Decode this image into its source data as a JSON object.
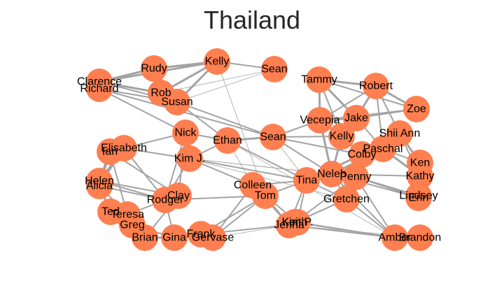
{
  "title": "Thailand",
  "colors": {
    "node": "#ff7f50",
    "edge": "#a3a3a3",
    "text": "#000000"
  },
  "nodes": [
    {
      "id": "clarence",
      "label": "Clarence"
    },
    {
      "id": "richard",
      "label": "Richard"
    },
    {
      "id": "rudy",
      "label": "Rudy"
    },
    {
      "id": "kelly1",
      "label": "Kelly"
    },
    {
      "id": "sean1",
      "label": "Sean"
    },
    {
      "id": "rob",
      "label": "Rob"
    },
    {
      "id": "susan",
      "label": "Susan"
    },
    {
      "id": "tammy",
      "label": "Tammy"
    },
    {
      "id": "robert",
      "label": "Robert"
    },
    {
      "id": "zoe",
      "label": "Zoe"
    },
    {
      "id": "jake",
      "label": "Jake"
    },
    {
      "id": "vecepia",
      "label": "Vecepia"
    },
    {
      "id": "shiiann",
      "label": "Shii Ann"
    },
    {
      "id": "kelly2",
      "label": "Kelly"
    },
    {
      "id": "paschal",
      "label": "Paschal"
    },
    {
      "id": "colby",
      "label": "Colby"
    },
    {
      "id": "ken",
      "label": "Ken"
    },
    {
      "id": "kathy",
      "label": "Kathy"
    },
    {
      "id": "nick",
      "label": "Nick"
    },
    {
      "id": "ethan",
      "label": "Ethan"
    },
    {
      "id": "sean2",
      "label": "Sean"
    },
    {
      "id": "elisabeth",
      "label": "Elisabeth"
    },
    {
      "id": "ian",
      "label": "Ian"
    },
    {
      "id": "kimj",
      "label": "Kim J."
    },
    {
      "id": "helen",
      "label": "Helen"
    },
    {
      "id": "alicia",
      "label": "Alicia"
    },
    {
      "id": "neleh",
      "label": "Neleh"
    },
    {
      "id": "tina",
      "label": "Tina"
    },
    {
      "id": "penny",
      "label": "Penny"
    },
    {
      "id": "colleen",
      "label": "Colleen"
    },
    {
      "id": "tom",
      "label": "Tom"
    },
    {
      "id": "lindsey",
      "label": "Lindsey"
    },
    {
      "id": "erin",
      "label": "Erin"
    },
    {
      "id": "clay",
      "label": "Clay"
    },
    {
      "id": "rodger",
      "label": "Rodger"
    },
    {
      "id": "gretchen",
      "label": "Gretchen"
    },
    {
      "id": "ted",
      "label": "Ted"
    },
    {
      "id": "teresa",
      "label": "Teresa"
    },
    {
      "id": "greg",
      "label": "Greg"
    },
    {
      "id": "brian",
      "label": "Brian"
    },
    {
      "id": "gina",
      "label": "Gina"
    },
    {
      "id": "frank",
      "label": "Frank"
    },
    {
      "id": "gervase",
      "label": "Gervase"
    },
    {
      "id": "jenna",
      "label": "Jenna"
    },
    {
      "id": "kimp",
      "label": "Kim P."
    },
    {
      "id": "keith",
      "label": "Keith"
    },
    {
      "id": "amber",
      "label": "Amber"
    },
    {
      "id": "brandon",
      "label": "Brandon"
    }
  ],
  "edges": [
    [
      "clarence",
      "richard",
      3
    ],
    [
      "clarence",
      "rudy",
      3
    ],
    [
      "clarence",
      "rob",
      3
    ],
    [
      "clarence",
      "kelly1",
      3
    ],
    [
      "clarence",
      "susan",
      2
    ],
    [
      "rudy",
      "kelly1",
      3
    ],
    [
      "rudy",
      "rob",
      2
    ],
    [
      "rudy",
      "susan",
      3
    ],
    [
      "kelly1",
      "sean1",
      2
    ],
    [
      "kelly1",
      "rob",
      3
    ],
    [
      "kelly1",
      "susan",
      3
    ],
    [
      "kelly1",
      "tom",
      1
    ],
    [
      "rob",
      "susan",
      3
    ],
    [
      "rob",
      "sean1",
      1
    ],
    [
      "richard",
      "susan",
      2
    ],
    [
      "richard",
      "nick",
      2
    ],
    [
      "richard",
      "sean2",
      2
    ],
    [
      "sean1",
      "susan",
      1
    ],
    [
      "susan",
      "sean2",
      2
    ],
    [
      "susan",
      "ethan",
      2
    ],
    [
      "tammy",
      "robert",
      3
    ],
    [
      "tammy",
      "jake",
      3
    ],
    [
      "tammy",
      "vecepia",
      3
    ],
    [
      "tammy",
      "zoe",
      2
    ],
    [
      "tammy",
      "kelly2",
      2
    ],
    [
      "robert",
      "zoe",
      3
    ],
    [
      "robert",
      "jake",
      3
    ],
    [
      "robert",
      "vecepia",
      2
    ],
    [
      "robert",
      "shiiann",
      2
    ],
    [
      "robert",
      "paschal",
      2
    ],
    [
      "zoe",
      "jake",
      2
    ],
    [
      "zoe",
      "vecepia",
      2
    ],
    [
      "jake",
      "vecepia",
      3
    ],
    [
      "jake",
      "kelly2",
      3
    ],
    [
      "jake",
      "paschal",
      2
    ],
    [
      "vecepia",
      "kelly2",
      3
    ],
    [
      "vecepia",
      "neleh",
      3
    ],
    [
      "vecepia",
      "colby",
      2
    ],
    [
      "vecepia",
      "sean2",
      2
    ],
    [
      "shiiann",
      "paschal",
      3
    ],
    [
      "shiiann",
      "ken",
      3
    ],
    [
      "shiiann",
      "kathy",
      2
    ],
    [
      "kelly2",
      "colby",
      3
    ],
    [
      "kelly2",
      "neleh",
      3
    ],
    [
      "paschal",
      "neleh",
      3
    ],
    [
      "paschal",
      "kathy",
      3
    ],
    [
      "paschal",
      "ken",
      2
    ],
    [
      "colby",
      "tina",
      3
    ],
    [
      "colby",
      "penny",
      2
    ],
    [
      "ken",
      "kathy",
      3
    ],
    [
      "kathy",
      "lindsey",
      2
    ],
    [
      "kathy",
      "erin",
      2
    ],
    [
      "kathy",
      "neleh",
      2
    ],
    [
      "lindsey",
      "erin",
      3
    ],
    [
      "lindsey",
      "penny",
      2
    ],
    [
      "erin",
      "neleh",
      2
    ],
    [
      "nick",
      "ethan",
      2
    ],
    [
      "nick",
      "kimj",
      3
    ],
    [
      "nick",
      "elisabeth",
      2
    ],
    [
      "nick",
      "rodger",
      2
    ],
    [
      "nick",
      "clay",
      2
    ],
    [
      "ethan",
      "sean2",
      3
    ],
    [
      "ethan",
      "kimj",
      2
    ],
    [
      "ethan",
      "tina",
      2
    ],
    [
      "ethan",
      "colleen",
      1
    ],
    [
      "sean2",
      "kelly2",
      2
    ],
    [
      "sean2",
      "colby",
      2
    ],
    [
      "sean2",
      "neleh",
      2
    ],
    [
      "sean2",
      "tina",
      1
    ],
    [
      "kimj",
      "tina",
      2
    ],
    [
      "kimj",
      "colleen",
      2
    ],
    [
      "kimj",
      "neleh",
      1
    ],
    [
      "kimj",
      "elisabeth",
      2
    ],
    [
      "kimj",
      "rodger",
      2
    ],
    [
      "kimj",
      "penny",
      1
    ],
    [
      "elisabeth",
      "ian",
      3
    ],
    [
      "elisabeth",
      "helen",
      3
    ],
    [
      "elisabeth",
      "alicia",
      2
    ],
    [
      "elisabeth",
      "rodger",
      2
    ],
    [
      "ian",
      "helen",
      3
    ],
    [
      "ian",
      "alicia",
      3
    ],
    [
      "ian",
      "teresa",
      2
    ],
    [
      "ian",
      "clay",
      2
    ],
    [
      "helen",
      "alicia",
      3
    ],
    [
      "helen",
      "clay",
      2
    ],
    [
      "helen",
      "rodger",
      2
    ],
    [
      "alicia",
      "ted",
      3
    ],
    [
      "alicia",
      "teresa",
      2
    ],
    [
      "alicia",
      "rodger",
      2
    ],
    [
      "ted",
      "teresa",
      3
    ],
    [
      "ted",
      "greg",
      3
    ],
    [
      "teresa",
      "greg",
      3
    ],
    [
      "teresa",
      "brian",
      2
    ],
    [
      "teresa",
      "rodger",
      2
    ],
    [
      "greg",
      "brian",
      3
    ],
    [
      "greg",
      "gina",
      2
    ],
    [
      "brian",
      "gina",
      3
    ],
    [
      "brian",
      "clay",
      2
    ],
    [
      "gina",
      "rodger",
      2
    ],
    [
      "gina",
      "frank",
      2
    ],
    [
      "clay",
      "rodger",
      3
    ],
    [
      "rodger",
      "tom",
      2
    ],
    [
      "frank",
      "gervase",
      3
    ],
    [
      "frank",
      "tom",
      2
    ],
    [
      "frank",
      "jenna",
      2
    ],
    [
      "gervase",
      "colleen",
      2
    ],
    [
      "gervase",
      "tom",
      2
    ],
    [
      "gervase",
      "jenna",
      1
    ],
    [
      "colleen",
      "tom",
      3
    ],
    [
      "colleen",
      "tina",
      2
    ],
    [
      "colleen",
      "jenna",
      2
    ],
    [
      "tom",
      "jenna",
      2
    ],
    [
      "tom",
      "kimp",
      2
    ],
    [
      "tom",
      "tina",
      2
    ],
    [
      "tina",
      "neleh",
      3
    ],
    [
      "tina",
      "penny",
      3
    ],
    [
      "tina",
      "gretchen",
      2
    ],
    [
      "tina",
      "jenna",
      2
    ],
    [
      "neleh",
      "penny",
      3
    ],
    [
      "neleh",
      "gretchen",
      2
    ],
    [
      "neleh",
      "amber",
      2
    ],
    [
      "penny",
      "gretchen",
      2
    ],
    [
      "penny",
      "erin",
      2
    ],
    [
      "penny",
      "amber",
      2
    ],
    [
      "gretchen",
      "jenna",
      2
    ],
    [
      "gretchen",
      "keith",
      2
    ],
    [
      "gretchen",
      "amber",
      2
    ],
    [
      "jenna",
      "kimp",
      3
    ],
    [
      "jenna",
      "keith",
      3
    ],
    [
      "jenna",
      "amber",
      2
    ],
    [
      "kimp",
      "keith",
      3
    ],
    [
      "kimp",
      "amber",
      2
    ],
    [
      "keith",
      "amber",
      2
    ],
    [
      "amber",
      "brandon",
      3
    ],
    [
      "jenna",
      "brandon",
      1
    ],
    [
      "keith",
      "penny",
      2
    ],
    [
      "kimp",
      "tina",
      2
    ],
    [
      "ethan",
      "amber",
      1
    ],
    [
      "kimj",
      "gretchen",
      1
    ]
  ]
}
